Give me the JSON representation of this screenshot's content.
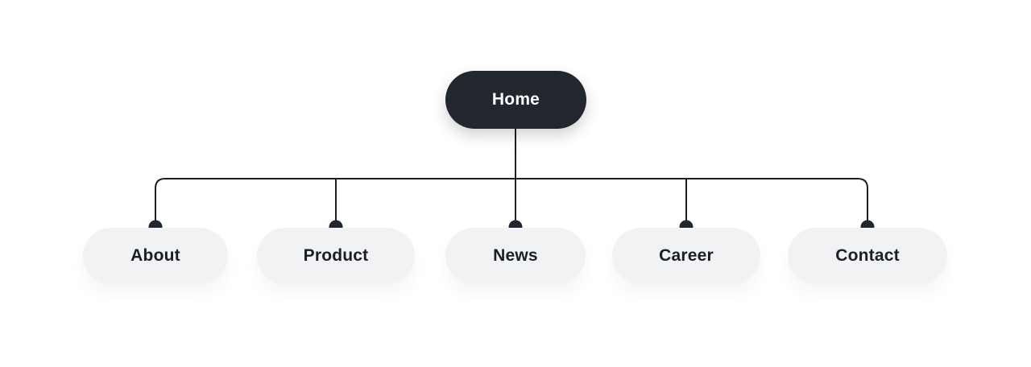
{
  "diagram": {
    "type": "sitemap-tree",
    "root": {
      "label": "Home"
    },
    "children": [
      {
        "label": "About"
      },
      {
        "label": "Product"
      },
      {
        "label": "News"
      },
      {
        "label": "Career"
      },
      {
        "label": "Contact"
      }
    ],
    "connections": [
      {
        "from": "Home",
        "to": "About"
      },
      {
        "from": "Home",
        "to": "Product"
      },
      {
        "from": "Home",
        "to": "News"
      },
      {
        "from": "Home",
        "to": "Career"
      },
      {
        "from": "Home",
        "to": "Contact"
      }
    ],
    "colors": {
      "background": "#ffffff",
      "root_bg": "#22262e",
      "root_text": "#ffffff",
      "child_bg": "#f1f2f4",
      "child_text": "#1b1e24",
      "line": "#1c1f26",
      "dot": "#22262e",
      "halo": "#ffffff"
    }
  }
}
